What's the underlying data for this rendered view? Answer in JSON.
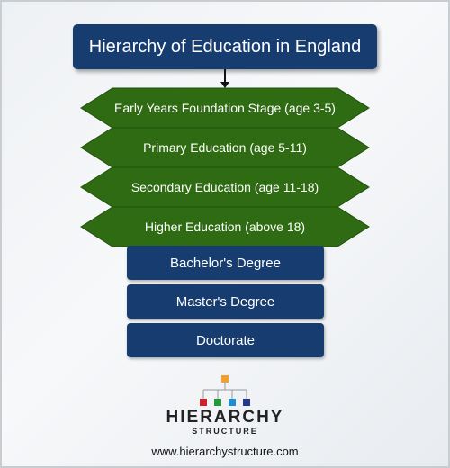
{
  "title": "Hierarchy of Education in England",
  "stages": [
    "Early Years Foundation Stage (age 3-5)",
    "Primary Education (age 5-11)",
    "Secondary Education (age 11-18)",
    "Higher Education (above 18)"
  ],
  "degrees": [
    "Bachelor's Degree",
    "Master's Degree",
    "Doctorate"
  ],
  "logo": {
    "word": "HIERARCHY",
    "sub": "STRUCTURE",
    "icon": "org-chart-logo-icon"
  },
  "website": "www.hierarchystructure.com",
  "colors": {
    "title_box": "#173d70",
    "stage_fill": "#2f6b12",
    "degree_box": "#173d70"
  }
}
